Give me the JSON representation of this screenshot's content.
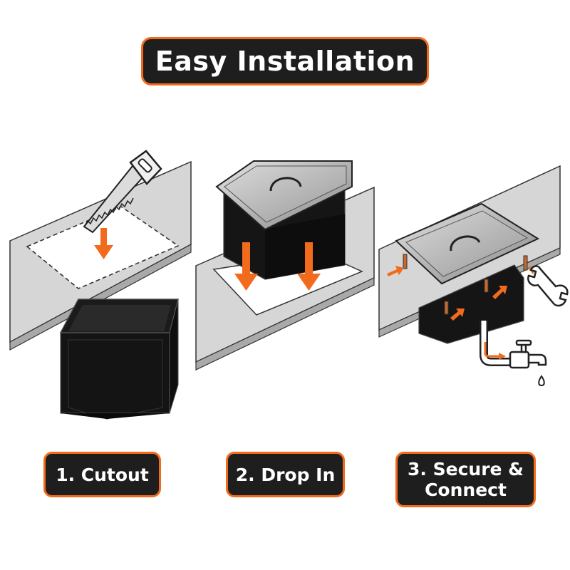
{
  "title": "Easy Installation",
  "steps": [
    {
      "label": "1. Cutout"
    },
    {
      "label": "2. Drop In"
    },
    {
      "label_line1": "3. Secure &",
      "label_line2": "Connect"
    }
  ],
  "colors": {
    "accent": "#f26b1d",
    "badge_bg": "#1e1e1e",
    "counter": "#d4d4d4",
    "sink_body": "#151515",
    "steel": "#b9b9b9"
  },
  "icons": [
    "saw-icon",
    "arrow-down-icon",
    "wrench-icon",
    "faucet-icon",
    "water-drop-icon",
    "screw-icon",
    "pipe-icon"
  ]
}
